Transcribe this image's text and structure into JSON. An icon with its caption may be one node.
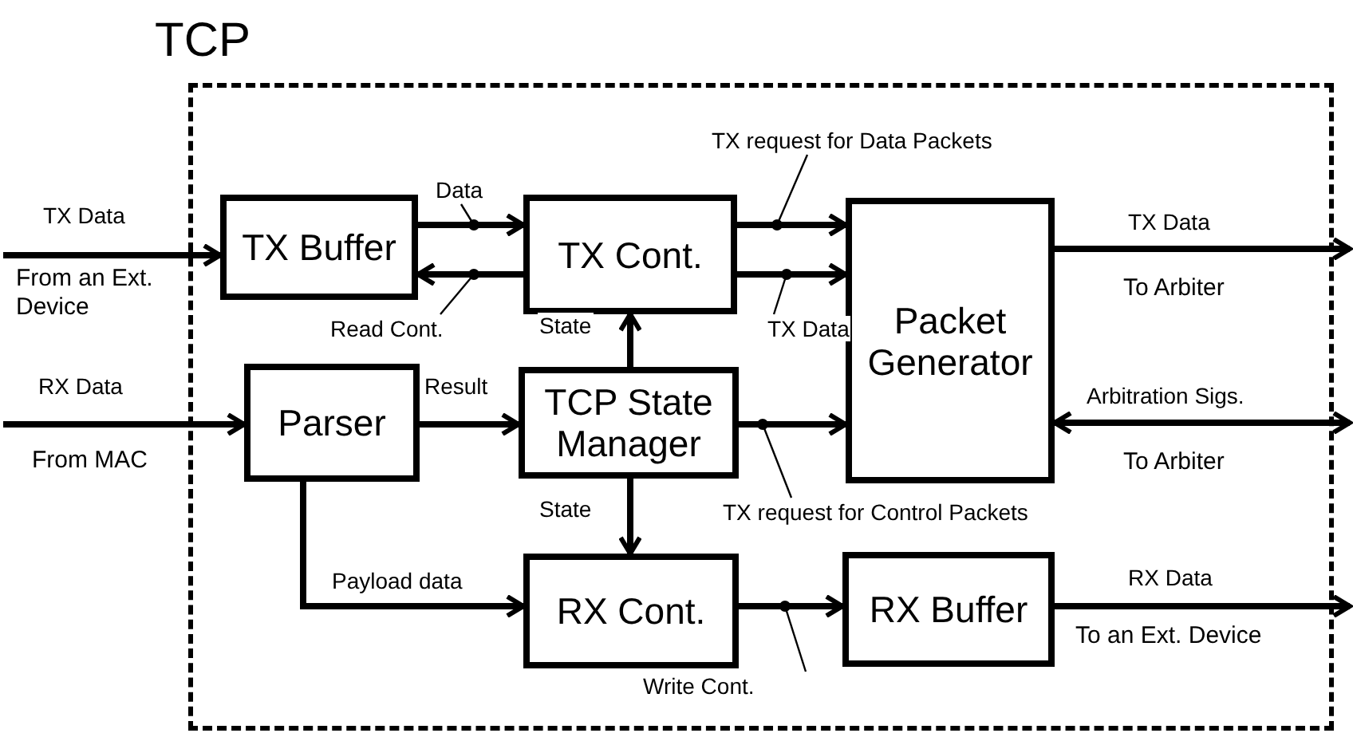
{
  "diagram": {
    "nodes": [
      {
        "text": [
          "TCP"
        ]
      },
      {
        "text": [
          "TX Buffer"
        ],
        "in": 0
      },
      {
        "text": [
          "TX Cont."
        ],
        "in": 0
      },
      {
        "text": [
          "Packet Generator"
        ],
        "in": 0
      },
      {
        "text": [
          "Parser"
        ],
        "in": 0
      },
      {
        "text": [
          "TCP State Manager"
        ],
        "in": 0
      },
      {
        "text": [
          "RX Cont."
        ],
        "in": 0
      },
      {
        "text": [
          "RX Buffer"
        ],
        "in": 0
      }
    ],
    "edges": [
      {
        "from": null,
        "to": 1,
        "arrow": "to",
        "label": "TX Data"
      },
      {
        "from": 1,
        "to": 2,
        "arrow": "to",
        "label": "Data"
      },
      {
        "from": 2,
        "to": 1,
        "arrow": "to",
        "label": "Read Cont."
      },
      {
        "from": 2,
        "to": 3,
        "arrow": "to",
        "label": "TX request for Data Packets"
      },
      {
        "from": 2,
        "to": 3,
        "arrow": "to",
        "label": "TX Data"
      },
      {
        "from": null,
        "to": 4,
        "arrow": "to",
        "label": "RX Data"
      },
      {
        "from": 4,
        "to": 5,
        "arrow": "to",
        "label": "Result"
      },
      {
        "from": 5,
        "to": 2,
        "arrow": "to",
        "label": "State"
      },
      {
        "from": 5,
        "to": 3,
        "arrow": "to",
        "label": "TX request for Control Packets"
      },
      {
        "from": 5,
        "to": 6,
        "arrow": "to",
        "label": "State"
      },
      {
        "from": 4,
        "to": 6,
        "arrow": "to",
        "label": "Payload data"
      },
      {
        "from": 6,
        "to": 7,
        "arrow": "to",
        "label": "Write Cont."
      },
      {
        "from": 3,
        "to": null,
        "arrow": "to",
        "label": "TX Data"
      },
      {
        "from": 3,
        "to": null,
        "arrow": "both",
        "label": "Arbitration Sigs."
      },
      {
        "from": 7,
        "to": null,
        "arrow": "to",
        "label": "RX Data"
      }
    ],
    "labels": [
      "From an Ext. Device",
      "From MAC",
      "To Arbiter",
      "To Arbiter",
      "To an Ext. Device"
    ]
  }
}
